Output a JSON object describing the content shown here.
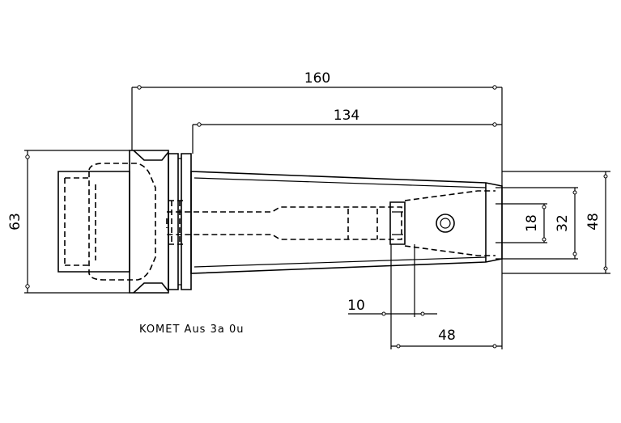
{
  "dimensions": {
    "overall_length": "160",
    "shank_length": "134",
    "flange_diameter": "63",
    "diameter_18": "18",
    "diameter_32": "32",
    "diameter_48": "48",
    "width_10": "10",
    "length_48": "48"
  },
  "note": "KOMET Aus 3a 0u"
}
